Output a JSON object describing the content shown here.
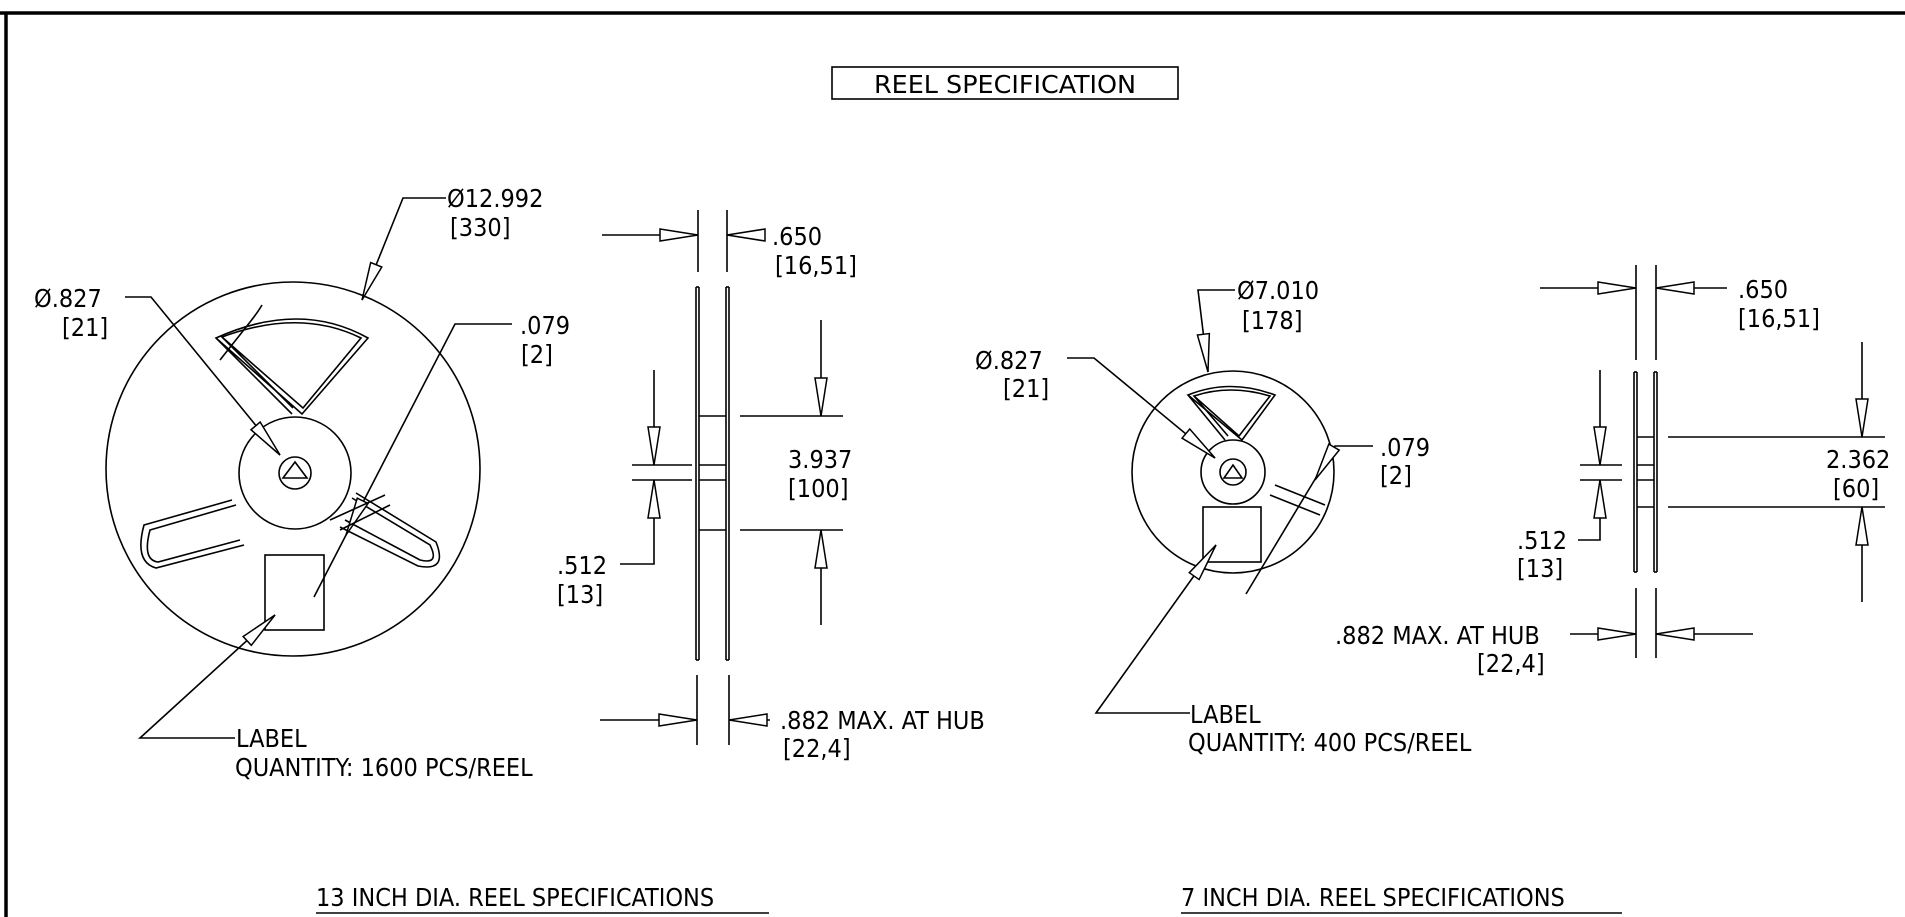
{
  "title": "REEL SPECIFICATION",
  "reel13": {
    "outer_dia": "Ø12.992",
    "outer_dia_mm": "[330]",
    "hub_dia": "Ø.827",
    "hub_dia_mm": "[21]",
    "slot": ".079",
    "slot_mm": "[2]",
    "width": ".650",
    "width_mm": "[16,51]",
    "core": "3.937",
    "core_mm": "[100]",
    "arbor": ".512",
    "arbor_mm": "[13]",
    "hub_width": ".882 MAX. AT HUB",
    "hub_width_mm": "[22,4]",
    "label": "LABEL",
    "quantity": "QUANTITY: 1600 PCS/REEL",
    "caption": "13 INCH DIA. REEL SPECIFICATIONS"
  },
  "reel7": {
    "outer_dia": "Ø7.010",
    "outer_dia_mm": "[178]",
    "hub_dia": "Ø.827",
    "hub_dia_mm": "[21]",
    "slot": ".079",
    "slot_mm": "[2]",
    "width": ".650",
    "width_mm": "[16,51]",
    "core": "2.362",
    "core_mm": "[60]",
    "arbor": ".512",
    "arbor_mm": "[13]",
    "hub_width": ".882 MAX. AT HUB",
    "hub_width_mm": "[22,4]",
    "label": "LABEL",
    "quantity": "QUANTITY: 400 PCS/REEL",
    "caption": "7 INCH DIA. REEL SPECIFICATIONS"
  }
}
